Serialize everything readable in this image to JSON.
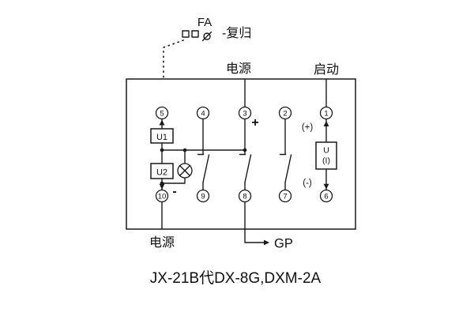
{
  "colors": {
    "line": "#1a1a1a",
    "background": "#ffffff"
  },
  "header": {
    "button_label": "FA",
    "reset_label": "-复归",
    "power_top_label": "电源",
    "start_label": "启动"
  },
  "terminals": {
    "top": [
      "5",
      "4",
      "3",
      "2",
      "1"
    ],
    "bottom": [
      "10",
      "9",
      "8",
      "7",
      "6"
    ]
  },
  "components": {
    "u1": "U1",
    "u2": "U2",
    "ui_line1": "U",
    "ui_line2": "(I)"
  },
  "polarity": {
    "plus": "+",
    "minus": "-",
    "coil_plus": "(+)",
    "coil_minus": "(-)"
  },
  "footer": {
    "power_bottom_label": "电源",
    "gp_label": "GP"
  },
  "caption": "JX-21B代DX-8G,DXM-2A",
  "icons": {
    "push_button": "push-button-icon",
    "lamp": "indicator-lamp-icon"
  }
}
